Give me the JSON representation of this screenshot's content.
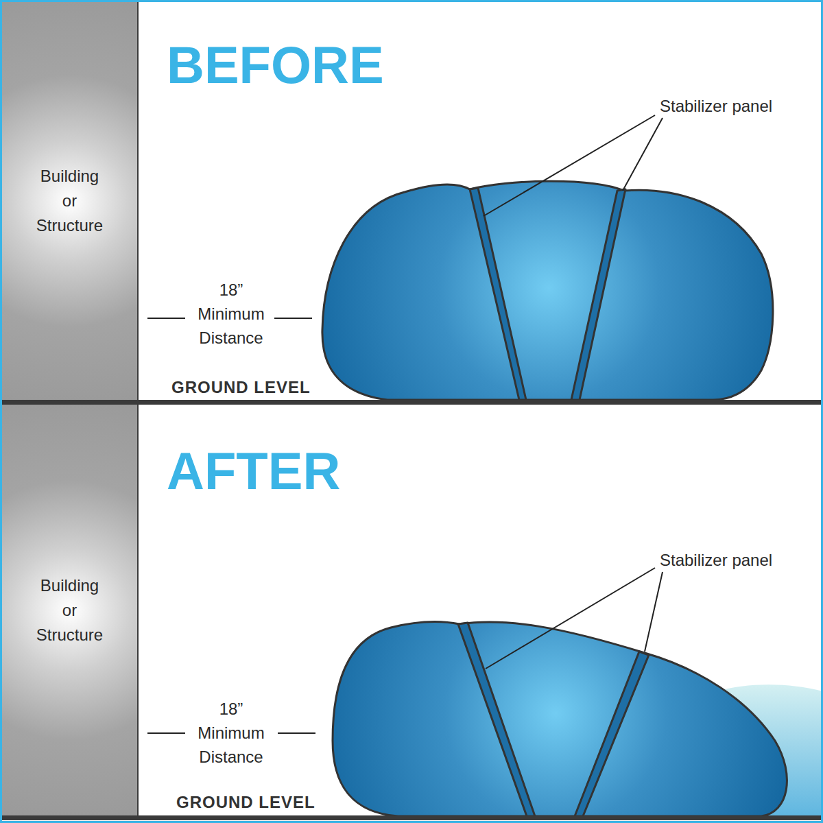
{
  "diagram": {
    "nodes": [
      {
        "text": [
          "Building or Structure"
        ]
      },
      {
        "text": [
          "Building or Structure"
        ]
      }
    ],
    "labels": [
      "BEFORE",
      "Stabilizer panel",
      "18” Minimum Distance",
      "GROUND LEVEL",
      "AFTER",
      "Stabilizer panel",
      "18” Minimum Distance",
      "GROUND LEVEL"
    ]
  }
}
